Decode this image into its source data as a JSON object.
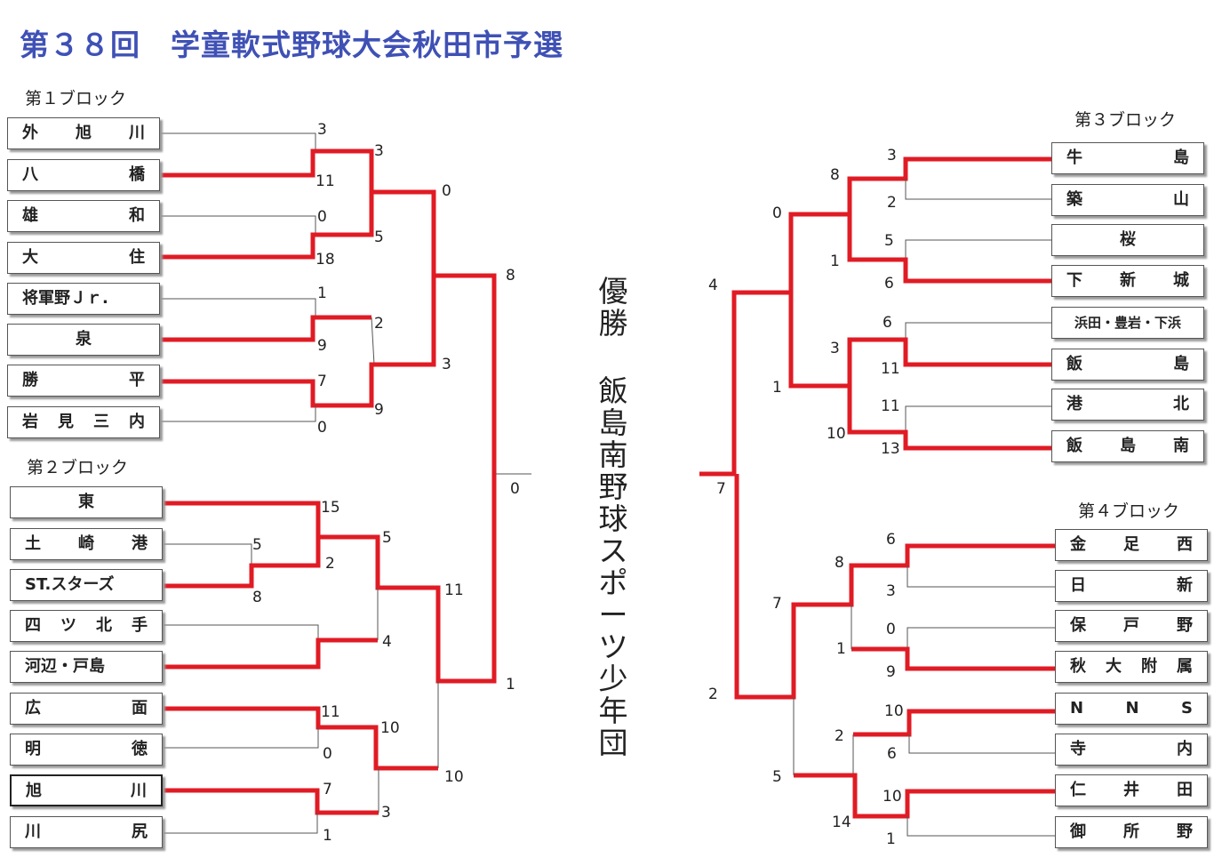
{
  "title": "第３８回　学童軟式野球大会秋田市予選",
  "champion_label": "優勝",
  "champion_team": "飯島南野球スポーツ少年団",
  "colors": {
    "title": "#3f51b5",
    "winner_line": "#e01b24",
    "line": "#555555"
  },
  "blocks": [
    {
      "label": "第１ブロック",
      "teams": [
        {
          "name": "外 旭 川",
          "style": "s"
        },
        {
          "name": "八　　　橋",
          "style": "s"
        },
        {
          "name": "雄　　　和",
          "style": "s"
        },
        {
          "name": "大　　　住",
          "style": "s"
        },
        {
          "name": "将軍野Ｊｒ.",
          "style": "s"
        },
        {
          "name": "泉",
          "style": "c"
        },
        {
          "name": "勝　　　平",
          "style": "s"
        },
        {
          "name": "岩 見 三 内",
          "style": "s"
        }
      ]
    },
    {
      "label": "第２ブロック",
      "teams": [
        {
          "name": "東",
          "style": "c"
        },
        {
          "name": "土 崎 港",
          "style": "s"
        },
        {
          "name": "ST.スターズ",
          "style": "s"
        },
        {
          "name": "四 ツ 北 手",
          "style": "s"
        },
        {
          "name": "河辺・戸島",
          "style": "s"
        },
        {
          "name": "広　　　面",
          "style": "s"
        },
        {
          "name": "明　　　徳",
          "style": "s"
        },
        {
          "name": "旭　　　川",
          "style": "s"
        },
        {
          "name": "川　　　尻",
          "style": "s"
        }
      ]
    },
    {
      "label": "第３ブロック",
      "teams": [
        {
          "name": "牛　　　島",
          "style": "s"
        },
        {
          "name": "築　　　山",
          "style": "s"
        },
        {
          "name": "桜",
          "style": "c"
        },
        {
          "name": "下 新 城",
          "style": "s"
        },
        {
          "name": "浜田・豊岩・下浜",
          "style": "sm"
        },
        {
          "name": "飯　　　島",
          "style": "s"
        },
        {
          "name": "港　　　北",
          "style": "s"
        },
        {
          "name": "飯 島 南",
          "style": "s"
        }
      ]
    },
    {
      "label": "第４ブロック",
      "teams": [
        {
          "name": "金 足 西",
          "style": "s"
        },
        {
          "name": "日　　　新",
          "style": "s"
        },
        {
          "name": "保 戸 野",
          "style": "s"
        },
        {
          "name": "秋 大 附 属",
          "style": "s"
        },
        {
          "name": "N　N　S",
          "style": "s"
        },
        {
          "name": "寺　　　内",
          "style": "s"
        },
        {
          "name": "仁 井 田",
          "style": "s"
        },
        {
          "name": "御 所 野",
          "style": "s"
        }
      ]
    }
  ],
  "scores": {
    "l1": [
      "3",
      "11",
      "0",
      "18",
      "1",
      "9",
      "7",
      "0"
    ],
    "l2": [
      "3",
      "5",
      "2",
      "9"
    ],
    "l3": [
      "0",
      "3"
    ],
    "l4": [
      "15",
      "2",
      "5",
      "8",
      "11",
      "0",
      "7",
      "1"
    ],
    "l5": [
      "5",
      "4",
      "10",
      "3"
    ],
    "l6": [
      "11",
      "10"
    ],
    "l7": [
      "8",
      "0",
      "1"
    ],
    "r1": [
      "3",
      "2",
      "5",
      "6",
      "6",
      "11",
      "11",
      "13"
    ],
    "r2": [
      "8",
      "1",
      "3",
      "10"
    ],
    "r3": [
      "0",
      "1"
    ],
    "r4": [
      "6",
      "3",
      "0",
      "9",
      "10",
      "6",
      "10",
      "1"
    ],
    "r5": [
      "8",
      "1",
      "2",
      "14"
    ],
    "r6": [
      "7",
      "5"
    ],
    "r7": [
      "4",
      "7",
      "2"
    ]
  }
}
